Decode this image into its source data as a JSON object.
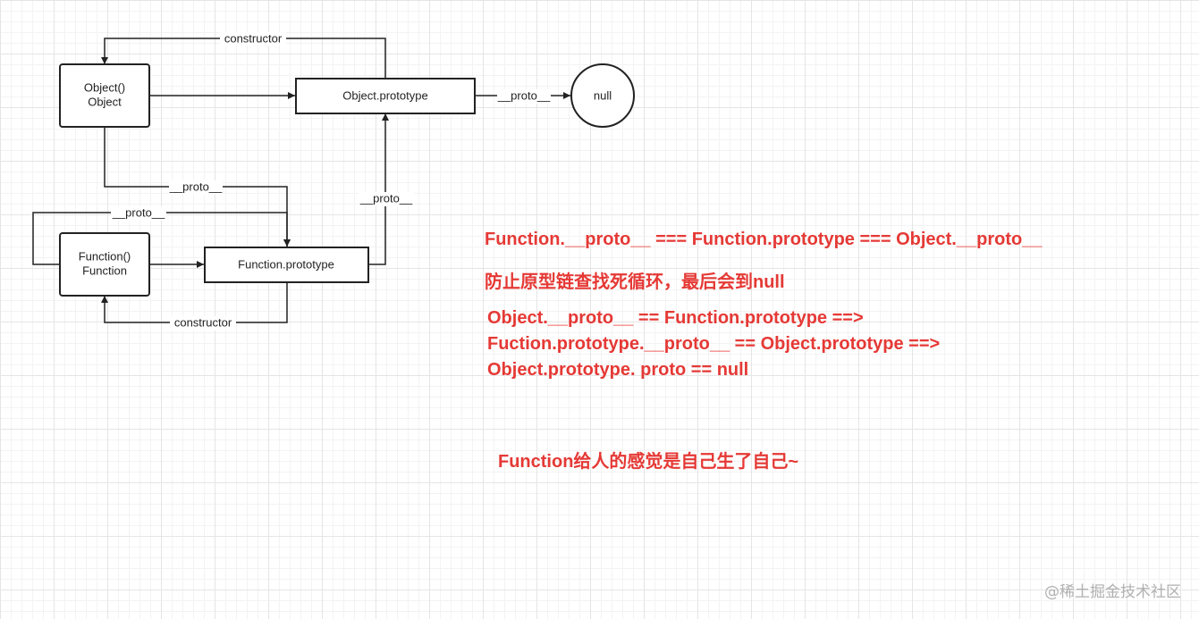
{
  "nodes": {
    "object_fn": {
      "line1": "Object()",
      "line2": "Object"
    },
    "function_fn": {
      "line1": "Function()",
      "line2": "Function"
    },
    "object_prototype": {
      "label": "Object.prototype"
    },
    "function_prototype": {
      "label": "Function.prototype"
    },
    "null_node": {
      "label": "null"
    }
  },
  "edges": {
    "object_constructor": "constructor",
    "object_proto_to_null": "__proto__",
    "object_to_function_prototype": "__proto__",
    "function_self_proto": "__proto__",
    "function_prototype_to_object_prototype": "__proto__",
    "function_constructor": "constructor"
  },
  "notes": {
    "equality": "Function.__proto__ === Function.prototype === Object.__proto__",
    "explanation": "防止原型链查找死循环，最后会到null",
    "chain": [
      "Object.__proto__  ==  Function.prototype ==>",
      "Fuction.prototype.__proto__ == Object.prototype ==>",
      "Object.prototype.   proto    == null"
    ],
    "remark": "Function给人的感觉是自己生了自己~"
  },
  "watermark": "@稀土掘金技术社区",
  "colors": {
    "annotation": "#e53935",
    "stroke": "#222222",
    "grid": "#e5e5e5"
  }
}
